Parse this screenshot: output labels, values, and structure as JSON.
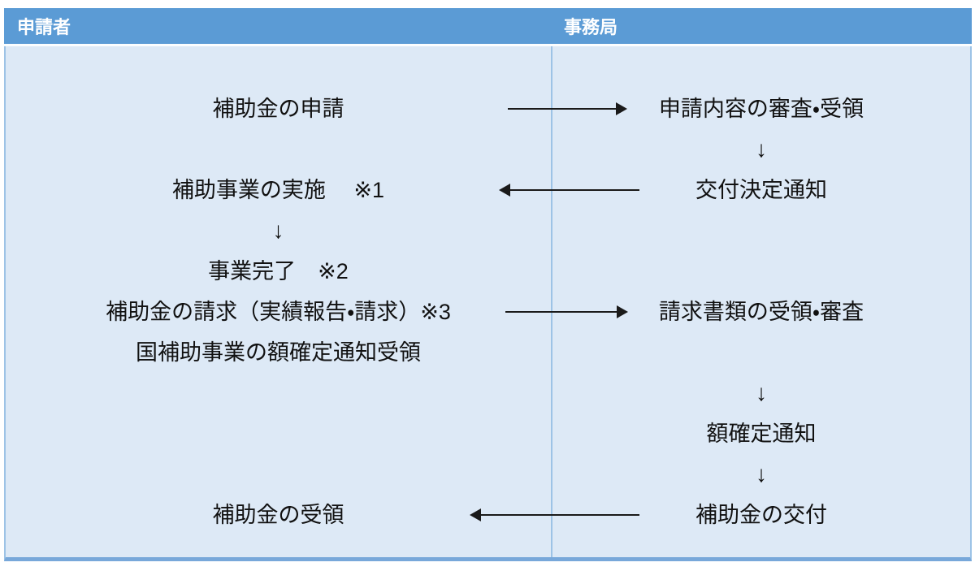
{
  "header": {
    "left": "申請者",
    "right": "事務局"
  },
  "rows": [
    {
      "left": "補助金の申請",
      "right": "申請内容の審査・受領"
    },
    {
      "right": "↓"
    },
    {
      "left": "補助事業の実施　 ※1",
      "right": "交付決定通知"
    },
    {
      "left": "↓"
    },
    {
      "left": "事業完了　※2"
    },
    {
      "left": "補助金の請求（実績報告・請求）※3",
      "right": "請求書類の受領・審査"
    },
    {
      "left": "国補助事業の額確定通知受領"
    },
    {
      "right": "↓"
    },
    {
      "right": "額確定通知"
    },
    {
      "right": "↓"
    },
    {
      "left": "補助金の受領",
      "right": "補助金の交付"
    }
  ],
  "arrows": [
    {
      "from": "補助金の申請",
      "to": "申請内容の審査・受領",
      "direction": "right"
    },
    {
      "from": "交付決定通知",
      "to": "補助事業の実施",
      "direction": "left"
    },
    {
      "from": "補助金の請求（実績報告・請求）",
      "to": "請求書類の受領・審査",
      "direction": "right"
    },
    {
      "from": "補助金の交付",
      "to": "補助金の受領",
      "direction": "left"
    }
  ],
  "colors": {
    "header_bg": "#5B9BD5",
    "header_text": "#FFFFFF",
    "body_bg": "#DDE9F6",
    "border": "#9DC3E6",
    "bottom_border": "#78A8DA",
    "text": "#111111",
    "arrow": "#1A1A1A"
  }
}
